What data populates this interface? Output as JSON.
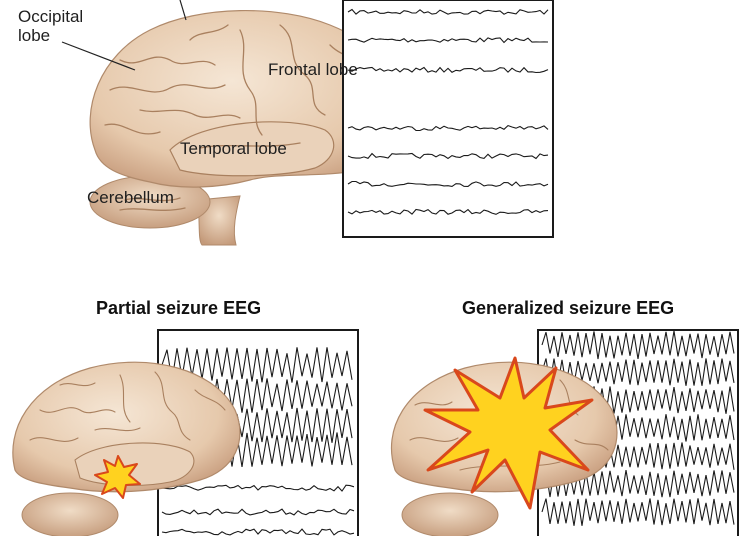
{
  "labels": {
    "occipital_lobe": "Occipital\nlobe",
    "frontal_lobe": "Frontal lobe",
    "temporal_lobe": "Temporal lobe",
    "cerebellum": "Cerebellum"
  },
  "panels": {
    "partial": {
      "title": "Partial seizure EEG"
    },
    "generalized": {
      "title": "Generalized seizure EEG"
    }
  },
  "colors": {
    "brain_fill": "#ecd6bf",
    "brain_shade": "#c99f80",
    "gyri_line": "#a9805f",
    "burst_fill": "#ffd21f",
    "burst_stroke": "#d9481c",
    "eeg_line": "#1a1a1a"
  }
}
